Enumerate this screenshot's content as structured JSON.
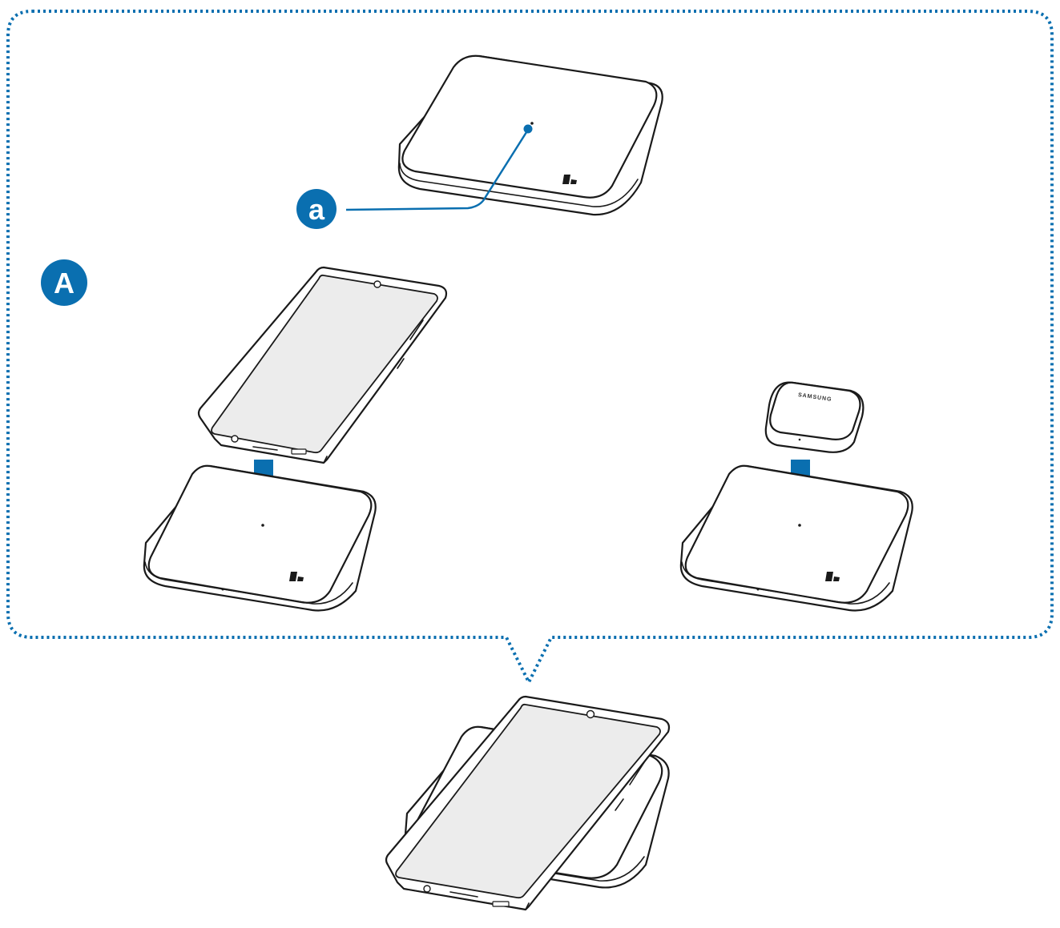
{
  "colors": {
    "accent": "#0a6fb0",
    "outline": "#1a1a1a",
    "screen": "#ececec",
    "background": "#ffffff"
  },
  "callouts": {
    "section_badge": "A",
    "part_badge": "a"
  },
  "earbuds_case": {
    "brand_text": "SAMSUNG"
  },
  "icons": [
    "charging-pad-icon",
    "smartphone-icon",
    "earbuds-case-icon",
    "down-arrow-icon",
    "led-indicator-icon",
    "logo-mark-icon"
  ]
}
